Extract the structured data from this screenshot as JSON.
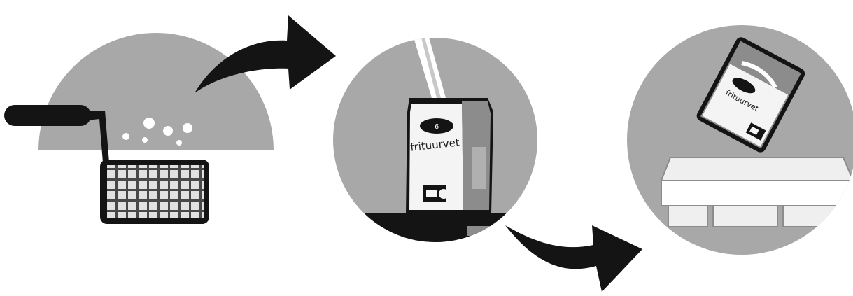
{
  "steps": [
    {
      "id": "step-1",
      "description_icon": "fryer-basket-icon"
    },
    {
      "id": "step-2",
      "description_icon": "frituurvet-pack-icon",
      "pack_label": "frituurvet",
      "pack_number": "6"
    },
    {
      "id": "step-3",
      "description_icon": "pour-into-bin-icon",
      "pack_label": "frituurvet"
    }
  ],
  "arrows": [
    {
      "from": "step-1",
      "to": "step-2"
    },
    {
      "from": "step-2",
      "to": "step-3"
    }
  ],
  "colors": {
    "circle_gray": "#a8a8a8",
    "ink": "#141414",
    "pack_white": "#f4f4f4",
    "pack_gray": "#8c8c8c",
    "bin_white": "#efefef",
    "background": "#ffffff"
  }
}
